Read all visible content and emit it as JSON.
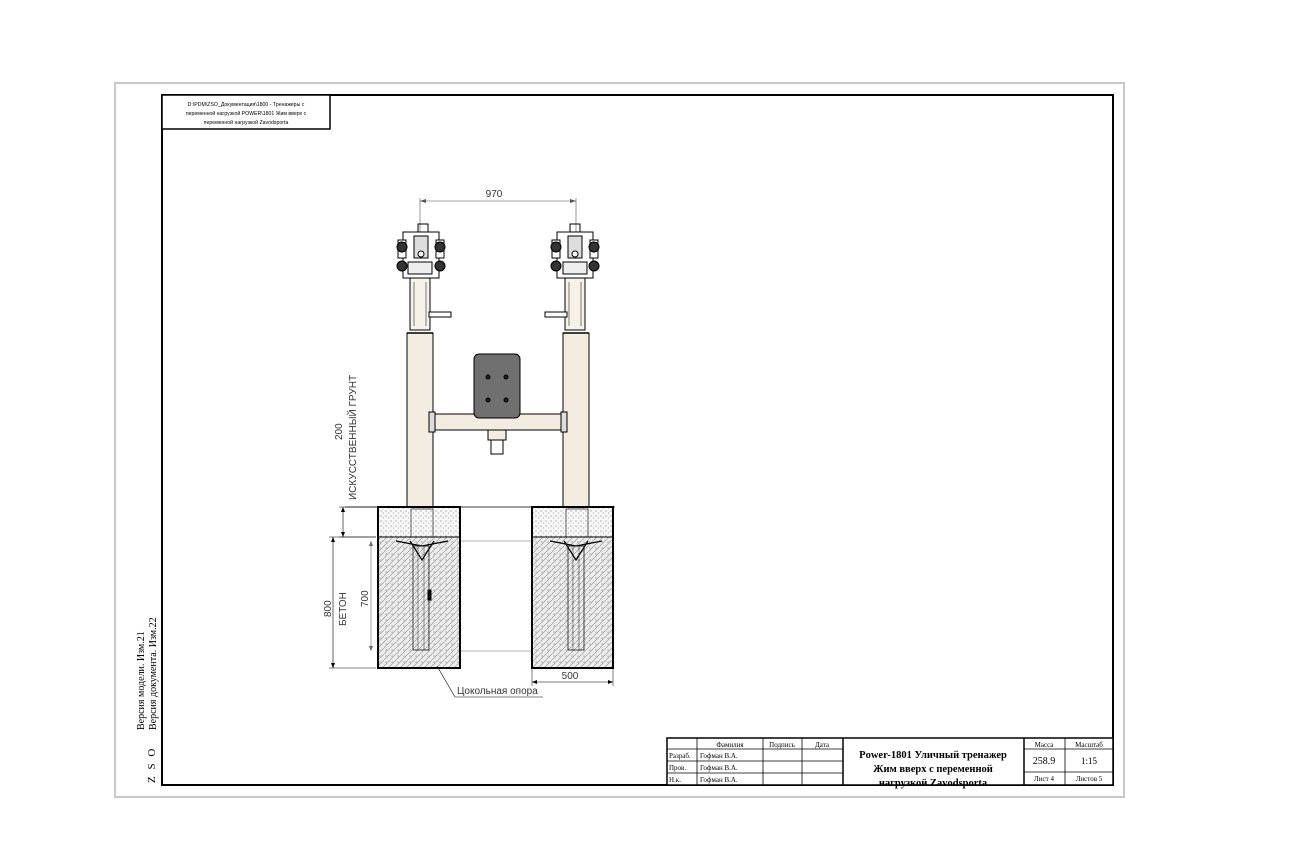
{
  "sheet": {
    "path_note": "D:\\PDM\\ZSO_Документация\\1800 - Тренажеры с переменной нагрузкой POWER\\1801 Жим вверх с переменной нагрузкой Zavodsporta",
    "version_model": "Версия модели. Изм.21",
    "version_doc": "Версия документа. Изм.22",
    "company_mark": "Z S O"
  },
  "drawing": {
    "dim_width": "970",
    "dim_ground": "200",
    "dim_total": "800",
    "dim_inner": "700",
    "dim_base": "500",
    "label_ground": "ИСКУССТВЕННЫЙ ГРУНТ",
    "label_concrete": "БЕТОН",
    "label_footing": "Цокольная опора"
  },
  "title_block": {
    "col_surname": "Фамилия",
    "col_signature": "Подпись",
    "col_date": "Дата",
    "row1_role": "Разраб.",
    "row1_name": "Гофман В.А.",
    "row2_role": "Пров.",
    "row2_name": "Гофман В.А.",
    "row3_role": "Н.к.",
    "row3_name": "Гофман В.А.",
    "title_line1": "Power-1801 Уличный тренажер",
    "title_line2": "Жим вверх с переменной",
    "title_line3": "нагрузкой Zavodsporta",
    "mass_label": "Масса",
    "mass_value": "258.9",
    "scale_label": "Масштаб",
    "scale_value": "1:15",
    "sheet_label": "Лист 4",
    "sheets_label": "Листов 5"
  },
  "colors": {
    "frame": "#000000",
    "outer_border": "#c8c8c8",
    "post_fill": "#f3ece0",
    "seat_fill": "#707070",
    "concrete_fill": "#e6e6e6"
  }
}
